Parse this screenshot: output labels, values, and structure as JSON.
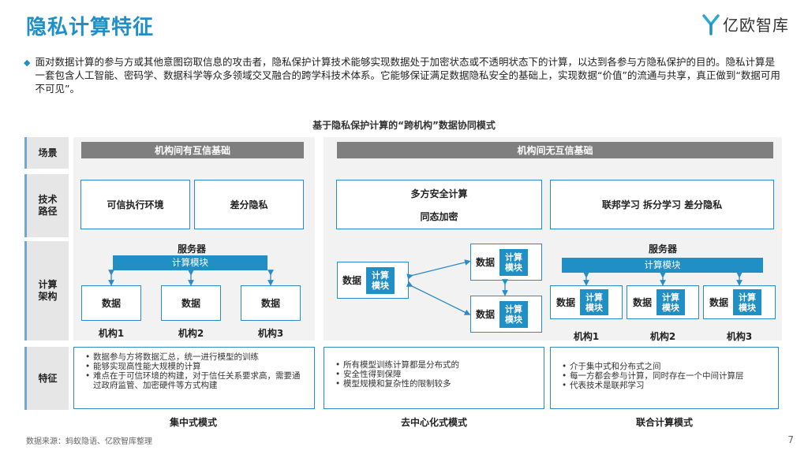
{
  "header": {
    "title": "隐私计算特征",
    "logo_text": "亿欧智库"
  },
  "intro": "面对数据计算的参与方或其他意图窃取信息的攻击者，隐私保护计算技术能够实现数据处于加密状态或不透明状态下的计算，以达到各参与方隐私保护的目的。隐私计算是一套包含人工智能、密码学、数据科学等众多领域交叉融合的跨学科技术体系。它能够保证满足数据隐私安全的基础上，实现数据“价值”的流通与共享，真正做到“数据可用不可见”。",
  "diagram_title": "基于隐私保护计算的“跨机构”数据协同模式",
  "rows": {
    "scene": "场景",
    "tech_path": "技术\n路径",
    "architecture": "计算\n架构",
    "features": "特征"
  },
  "scenes": {
    "trusted": "机构间有互信基础",
    "untrusted": "机构间无互信基础"
  },
  "tech": {
    "tee": "可信执行环境",
    "dp": "差分隐私",
    "mpc": "多方安全计算",
    "he": "同态加密",
    "fl": "联邦学习 拆分学习 差分隐私"
  },
  "arch": {
    "server": "服务器",
    "compute_module": "计算模块",
    "data": "数据",
    "compute_short": "计算\n模块",
    "org1": "机构1",
    "org2": "机构2",
    "org3": "机构3"
  },
  "features": {
    "centralized": [
      "数据参与方将数据汇总，统一进行模型的训练",
      "能够实现高性能大规模的计算",
      "难点在于可信环境的构建，对于信任关系要求高，需要通过政府监管、加密硬件等方式构建"
    ],
    "decentralized": [
      "所有模型训练计算都是分布式的",
      "安全性得到保障",
      "模型规模和复杂性的限制较多"
    ],
    "federated": [
      "介于集中式和分布式之间",
      "每一方都会参与计算，同时存在一个中间计算层",
      "代表技术是联邦学习"
    ]
  },
  "modes": {
    "centralized": "集中式模式",
    "decentralized": "去中心化式模式",
    "federated": "联合计算模式"
  },
  "source": "数据来源：蚂蚁隐语、亿欧智库整理",
  "page_number": "7",
  "colors": {
    "accent": "#1f8fc6",
    "border": "#2e8bc9",
    "bar": "#7f7f7f",
    "panel": "#f2f2f2"
  }
}
